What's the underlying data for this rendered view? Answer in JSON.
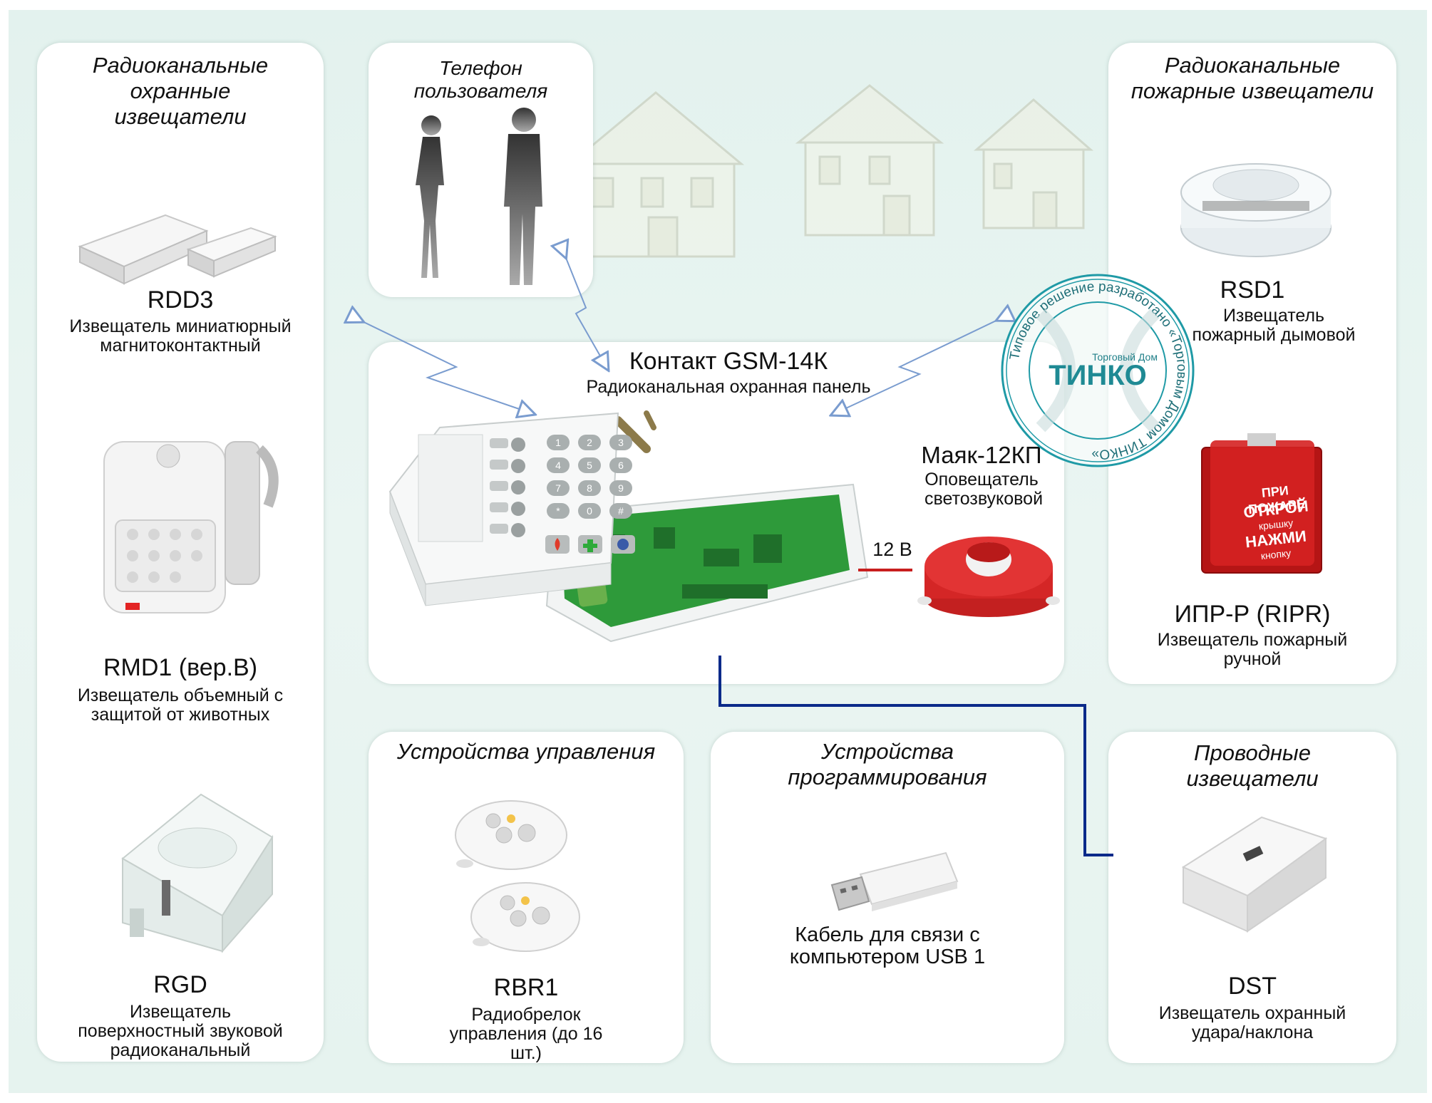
{
  "panels": {
    "radio_security": {
      "title": "Радиоканальные охранные извещатели",
      "devices": [
        {
          "name": "RDD3",
          "desc": "Извещатель миниатюрный магнитоконтактный"
        },
        {
          "name": "RMD1 (вер.В)",
          "desc": "Извещатель объемный с защитой от животных"
        },
        {
          "name": "RGD",
          "desc": "Извещатель поверхностный звуковой радиоканальный"
        }
      ]
    },
    "user_phone": {
      "title": "Телефон пользователя"
    },
    "radio_fire": {
      "title": "Радиоканальные пожарные извещатели",
      "devices": [
        {
          "name": "RSD1",
          "desc": "Извещатель пожарный дымовой"
        },
        {
          "name": "ИПР-Р (RIPR)",
          "desc": "Извещатель пожарный ручной"
        }
      ]
    },
    "center": {
      "title": "Контакт GSM-14К",
      "subtitle": "Радиоканальная охранная панель",
      "siren_name": "Маяк-12КП",
      "siren_desc": "Оповещатель светозвуковой",
      "voltage": "12 В"
    },
    "control": {
      "title": "Устройства управления",
      "device": {
        "name": "RBR1",
        "desc": "Радиобрелок управления (до 16 шт.)"
      }
    },
    "programming": {
      "title": "Устройства программирования",
      "device": {
        "desc": "Кабель для связи с компьютером USB 1"
      }
    },
    "wired": {
      "title": "Проводные извещатели",
      "device": {
        "name": "DST",
        "desc": "Извещатель охранный удара/наклона"
      }
    }
  },
  "stamp": {
    "ring_text": "Типовое решение разработано «Торговым Домом ТИНКО»",
    "logo_top": "Торговый Дом",
    "logo_main": "ТИНКО"
  },
  "fire_button": {
    "line1": "ПРИ ПОЖАРЕ",
    "line2": "ОТКРОЙ",
    "line3": "крышку",
    "line4": "НАЖМИ",
    "line5": "кнопку"
  },
  "keypad_keys": [
    "1",
    "2",
    "3",
    "4",
    "5",
    "6",
    "7",
    "8",
    "9",
    "*",
    "0",
    "#"
  ],
  "colors": {
    "background": "#e6f3ef",
    "link_radio": "#7a9ccf",
    "wire_blue": "#0a2a8a",
    "wire_red": "#c81e1e",
    "stamp": "#1f9aa6",
    "pcb": "#2e9a3a"
  }
}
